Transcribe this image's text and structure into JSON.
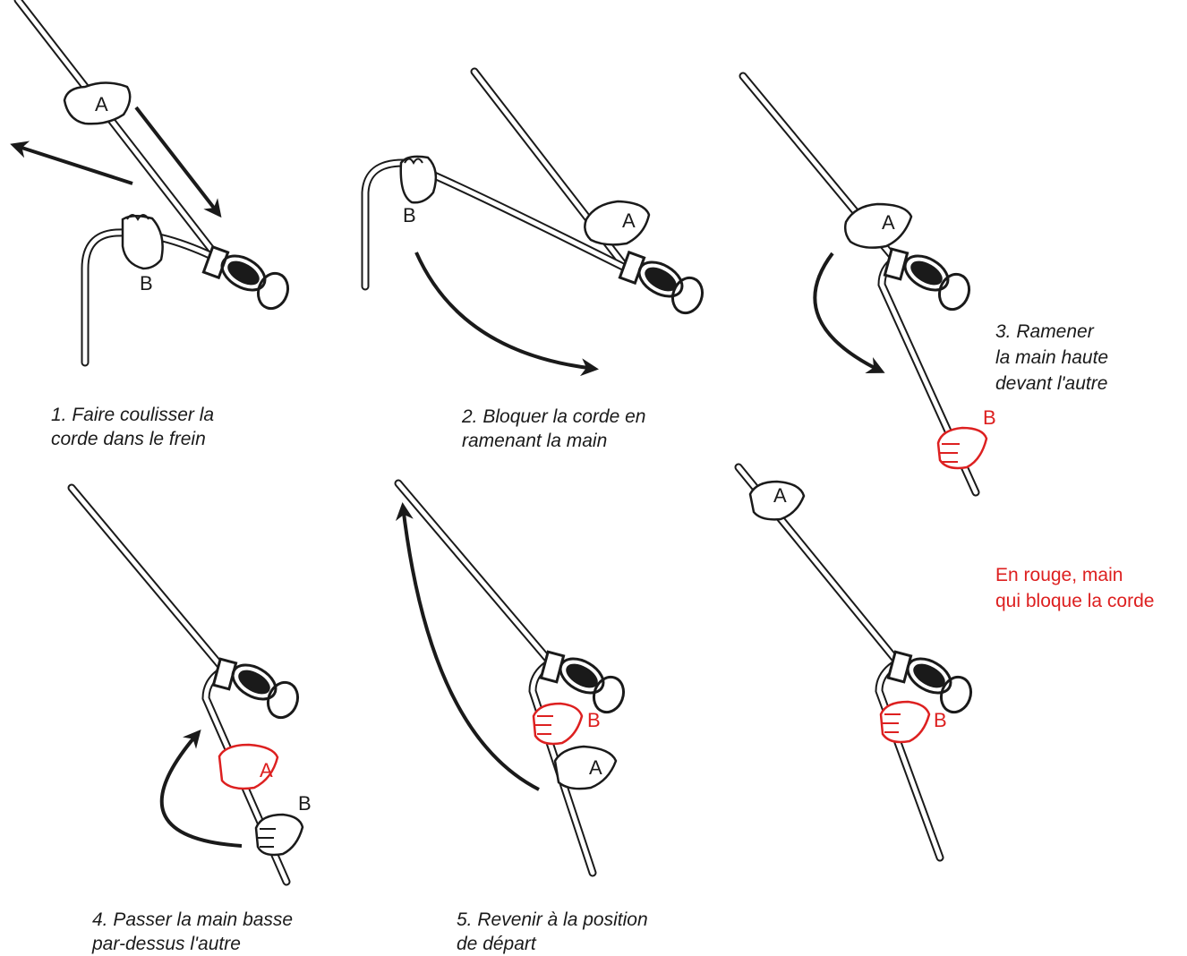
{
  "colors": {
    "ink": "#1a1a1a",
    "blocking_hand": "#dd2020",
    "background": "#ffffff"
  },
  "hand_labels": {
    "a": "A",
    "b": "B"
  },
  "steps": [
    {
      "line1": "1. Faire coulisser la",
      "line2": "corde dans le frein",
      "blocking_hand": "none"
    },
    {
      "line1": "2. Bloquer la corde en",
      "line2": "ramenant la main",
      "blocking_hand": "none"
    },
    {
      "line1": "3. Ramener",
      "line2": "la main haute",
      "line3": "devant l'autre",
      "blocking_hand": "B"
    },
    {
      "line1": "4. Passer la main basse",
      "line2": "par-dessus l'autre",
      "blocking_hand": "A"
    },
    {
      "line1": "5. Revenir à la position",
      "line2": "de départ",
      "blocking_hand": "B"
    }
  ],
  "final_panel": {
    "blocking_hand": "B"
  },
  "legend": {
    "line1": "En rouge, main",
    "line2": "qui bloque la corde"
  },
  "icons": [
    "rope",
    "belay-device",
    "carabiner",
    "hand",
    "arrow"
  ]
}
